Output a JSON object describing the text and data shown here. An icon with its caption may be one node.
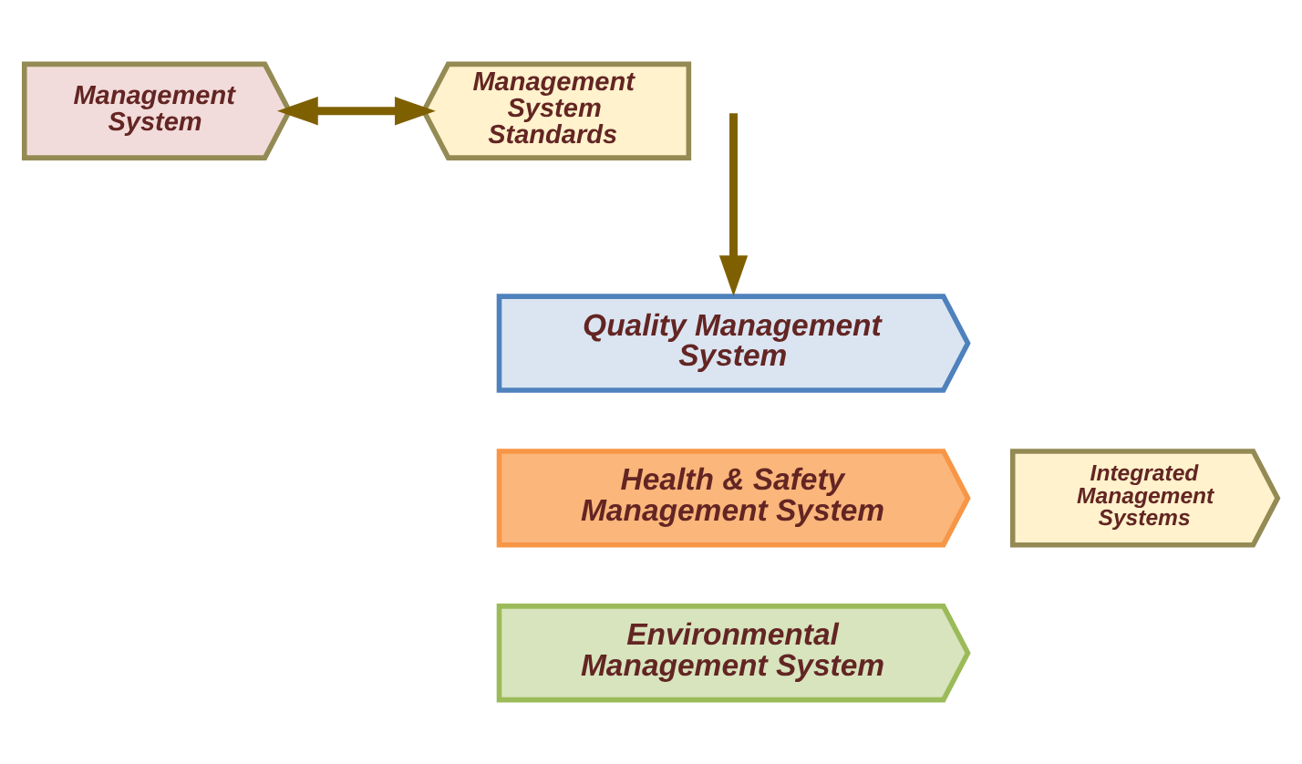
{
  "diagram": {
    "nodes": [
      {
        "text": [
          "Management System"
        ]
      },
      {
        "text": [
          "Management System Standards"
        ]
      },
      {
        "text": [
          "Quality Management System"
        ]
      },
      {
        "text": [
          "Health & Safety Management System"
        ]
      },
      {
        "text": [
          "Environmental Management System"
        ]
      },
      {
        "text": [
          "Integrated Management Systems"
        ]
      }
    ],
    "edges": [
      {
        "from": 0,
        "to": 1,
        "arrow": "both"
      },
      {
        "from": null,
        "to": 2,
        "arrow": "to"
      }
    ]
  }
}
